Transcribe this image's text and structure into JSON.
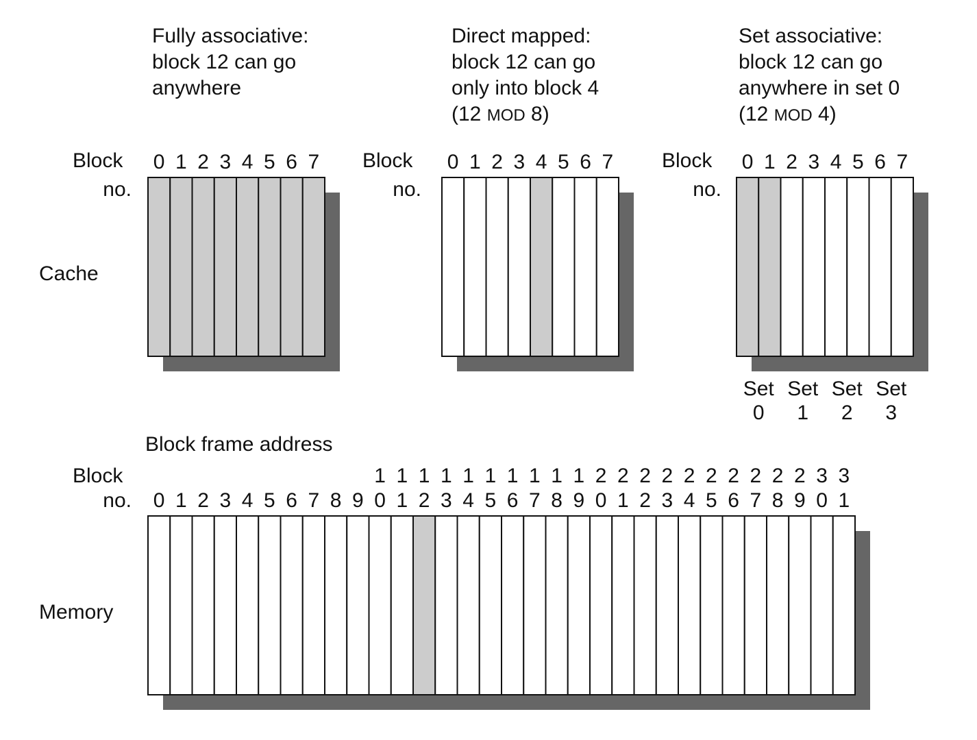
{
  "headers": {
    "fully": {
      "line1": "Fully associative:",
      "line2": "block 12 can go",
      "line3": "anywhere"
    },
    "direct": {
      "line1": "Direct mapped:",
      "line2": "block 12 can go",
      "line3": "only into block 4",
      "line4_pre": "(12 ",
      "line4_mod": "MOD",
      "line4_post": " 8)"
    },
    "set": {
      "line1": "Set associative:",
      "line2": "block 12 can go",
      "line3": "anywhere in set 0",
      "line4_pre": "(12 ",
      "line4_mod": "MOD",
      "line4_post": " 4)"
    }
  },
  "labels": {
    "block": "Block",
    "no": "no.",
    "cache": "Cache",
    "memory": "Memory",
    "block_frame_address": "Block frame address"
  },
  "cache_block_numbers": [
    "0",
    "1",
    "2",
    "3",
    "4",
    "5",
    "6",
    "7"
  ],
  "set_labels": [
    {
      "top": "Set",
      "bottom": "0"
    },
    {
      "top": "Set",
      "bottom": "1"
    },
    {
      "top": "Set",
      "bottom": "2"
    },
    {
      "top": "Set",
      "bottom": "3"
    }
  ],
  "memory_block_numbers": [
    "0",
    "1",
    "2",
    "3",
    "4",
    "5",
    "6",
    "7",
    "8",
    "9",
    "10",
    "11",
    "12",
    "13",
    "14",
    "15",
    "16",
    "17",
    "18",
    "19",
    "20",
    "21",
    "22",
    "23",
    "24",
    "25",
    "26",
    "27",
    "28",
    "29",
    "30",
    "31"
  ],
  "highlight": {
    "fully_associative": [
      0,
      1,
      2,
      3,
      4,
      5,
      6,
      7
    ],
    "direct_mapped": [
      4
    ],
    "set_associative": [
      0,
      1
    ],
    "memory": [
      12
    ]
  },
  "colors": {
    "highlight": "#cccccc",
    "shadow": "#666666",
    "block": "#ffffff",
    "border": "#111111"
  }
}
